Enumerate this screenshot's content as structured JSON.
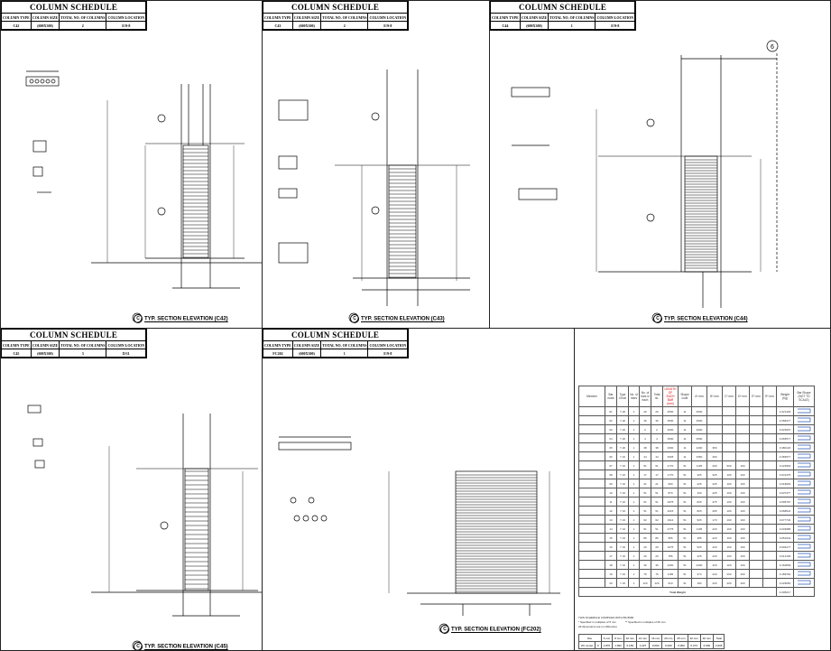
{
  "schedules": [
    {
      "title": "COLUMN SCHEDULE",
      "headers": [
        "COLUMN TYPE",
        "COLUMN SIZE",
        "TOTAL NO. OF COLUMNS",
        "COLUMN LOCATION"
      ],
      "row": [
        "C42",
        "(600X300)",
        "2",
        "E/9-8"
      ]
    },
    {
      "title": "COLUMN SCHEDULE",
      "headers": [
        "COLUMN TYPE",
        "COLUMN SIZE",
        "TOTAL NO. OF COLUMNS",
        "COLUMN LOCATION"
      ],
      "row": [
        "C43",
        "(600X300)",
        "2",
        "E/9-8"
      ]
    },
    {
      "title": "COLUMN SCHEDULE",
      "headers": [
        "COLUMN TYPE",
        "COLUMN SIZE",
        "TOTAL NO. OF COLUMNS",
        "COLUMN LOCATION"
      ],
      "row": [
        "C44",
        "(600X300)",
        "1",
        "E/9-8"
      ]
    },
    {
      "title": "COLUMN SCHEDULE",
      "headers": [
        "COLUMN TYPE",
        "COLUMN SIZE",
        "TOTAL NO. OF COLUMNS",
        "COLUMN LOCATION"
      ],
      "row": [
        "C45",
        "(600X300)",
        "3",
        "D/11"
      ]
    },
    {
      "title": "COLUMN SCHEDULE",
      "headers": [
        "COLUMN TYPE",
        "COLUMN SIZE",
        "TOTAL NO. OF COLUMNS",
        "COLUMN LOCATION"
      ],
      "row": [
        "FC202",
        "(600X300)",
        "1",
        "E/9-8"
      ]
    }
  ],
  "elevation_labels": [
    {
      "num": "C",
      "text": "TYP. SECTION ELEVATION (C42)"
    },
    {
      "num": "C",
      "text": "TYP. SECTION ELEVATION (C43)"
    },
    {
      "num": "C",
      "text": "TYP. SECTION ELEVATION (C44)"
    },
    {
      "num": "C",
      "text": "TYP. SECTION ELEVATION (C45)"
    },
    {
      "num": "C",
      "text": "TYP. SECTION ELEVATION (FC202)"
    }
  ],
  "grid_bubble": "6",
  "bbs": {
    "headers": [
      "Member",
      "Bar mark",
      "Type of bar",
      "No. of mbrs",
      "No. of bars in each",
      "Total no.",
      "LENGTH OF EACH BAR (mm)",
      "Shape code",
      "A* mm",
      "B* mm",
      "C* mm",
      "D* mm",
      "E* mm",
      "R* mm",
      "Weight (Kg)",
      "Bar Shape (NOT TO SCALE)"
    ],
    "red_header_index": 6,
    "rows": [
      [
        "",
        "01",
        "Y 20",
        "1",
        "26",
        "26",
        "4500",
        "11",
        "4500",
        "",
        "",
        "",
        "",
        "",
        "0.321430",
        ""
      ],
      [
        "",
        "02",
        "Y 20",
        "1",
        "36",
        "36",
        "3500",
        "11",
        "3500",
        "",
        "",
        "",
        "",
        "",
        "0.358477",
        ""
      ],
      [
        "",
        "03",
        "Y 20",
        "1",
        "2",
        "2",
        "4000",
        "11",
        "4000",
        "",
        "",
        "",
        "",
        "",
        "0.023507",
        ""
      ],
      [
        "",
        "04",
        "Y 20",
        "1",
        "4",
        "4",
        "3500",
        "11",
        "3500",
        "",
        "",
        "",
        "",
        "",
        "0.065577",
        ""
      ],
      [
        "",
        "05",
        "Y 20",
        "1",
        "38",
        "38",
        "2600",
        "11",
        "2200",
        "350",
        "",
        "",
        "",
        "",
        "0.380123",
        ""
      ],
      [
        "",
        "06",
        "Y 16",
        "1",
        "44",
        "44",
        "3525",
        "11",
        "3350",
        "300",
        "",
        "",
        "",
        "",
        "0.383577",
        ""
      ],
      [
        "",
        "07",
        "Y 16",
        "1",
        "51",
        "51",
        "2770",
        "51",
        "1135",
        "200",
        "500",
        "100",
        "",
        "",
        "0.223963",
        ""
      ],
      [
        "",
        "08",
        "Y 16",
        "1",
        "17",
        "17",
        "1770",
        "51",
        "325",
        "325",
        "100",
        "100",
        "",
        "",
        "0.041375",
        ""
      ],
      [
        "",
        "09",
        "Y 16",
        "1",
        "21",
        "21",
        "990",
        "51",
        "225",
        "225",
        "100",
        "100",
        "",
        "",
        "0.018693",
        ""
      ],
      [
        "",
        "10",
        "Y 16",
        "1",
        "51",
        "51",
        "870",
        "51",
        "160",
        "225",
        "100",
        "100",
        "",
        "",
        "0.037377",
        ""
      ],
      [
        "",
        "11",
        "Y 16",
        "1",
        "51",
        "51",
        "2975",
        "51",
        "825",
        "375",
        "100",
        "100",
        "",
        "",
        "0.095797",
        ""
      ],
      [
        "",
        "12",
        "Y 16",
        "1",
        "51",
        "51",
        "2215",
        "51",
        "825",
        "295",
        "100",
        "100",
        "",
        "",
        "0.068531",
        ""
      ],
      [
        "",
        "13",
        "Y 16",
        "1",
        "62",
        "62",
        "1914",
        "51",
        "525",
        "170",
        "100",
        "100",
        "",
        "",
        "0.077734",
        ""
      ],
      [
        "",
        "14",
        "Y 16",
        "1",
        "51",
        "51",
        "2775",
        "51",
        "1135",
        "220",
        "100",
        "100",
        "",
        "",
        "0.033985",
        ""
      ],
      [
        "",
        "15",
        "Y 16",
        "1",
        "86",
        "86",
        "965",
        "51",
        "185",
        "220",
        "100",
        "100",
        "",
        "",
        "0.051644",
        ""
      ],
      [
        "",
        "16",
        "Y 16",
        "1",
        "20",
        "20",
        "1075",
        "51",
        "525",
        "220",
        "100",
        "100",
        "",
        "",
        "0.004277",
        ""
      ],
      [
        "",
        "17",
        "Y 16",
        "1",
        "20",
        "20",
        "785",
        "51",
        "225",
        "220",
        "100",
        "100",
        "",
        "",
        "0.013196",
        ""
      ],
      [
        "",
        "18",
        "Y 16",
        "1",
        "36",
        "36",
        "2200",
        "51",
        "2200",
        "220",
        "100",
        "100",
        "",
        "",
        "0.162809",
        ""
      ],
      [
        "",
        "19",
        "Y 16",
        "1",
        "76",
        "76",
        "1165",
        "51",
        "274",
        "220",
        "200",
        "200",
        "",
        "",
        "0.189792",
        ""
      ],
      [
        "",
        "20",
        "Y 16",
        "1",
        "120",
        "120",
        "910",
        "51",
        "183",
        "220",
        "200",
        "200",
        "",
        "",
        "0.229650",
        ""
      ]
    ],
    "total_label": "Total Weight",
    "total_value": "4.005217",
    "notes": [
      "THIS SCHEDULE COMPLIES WITH BS 8666",
      "* Specified in multiples of 5 mm",
      "** Specified in multiples of 25 mm",
      "All dimensions are in millimetres"
    ],
    "summary_headers": [
      "Dia.",
      "6 mm",
      "8 mm",
      "10 mm",
      "12 mm",
      "16 mm",
      "20 mm",
      "25 mm",
      "32 mm",
      "40 mm",
      "Total"
    ],
    "summary_row": [
      "Wt. (tons)",
      "0",
      "1.870",
      "1.093",
      "0.183",
      "1.227",
      "0.000",
      "0.000",
      "0.000",
      "0.473",
      "0.000",
      "4.006"
    ]
  }
}
